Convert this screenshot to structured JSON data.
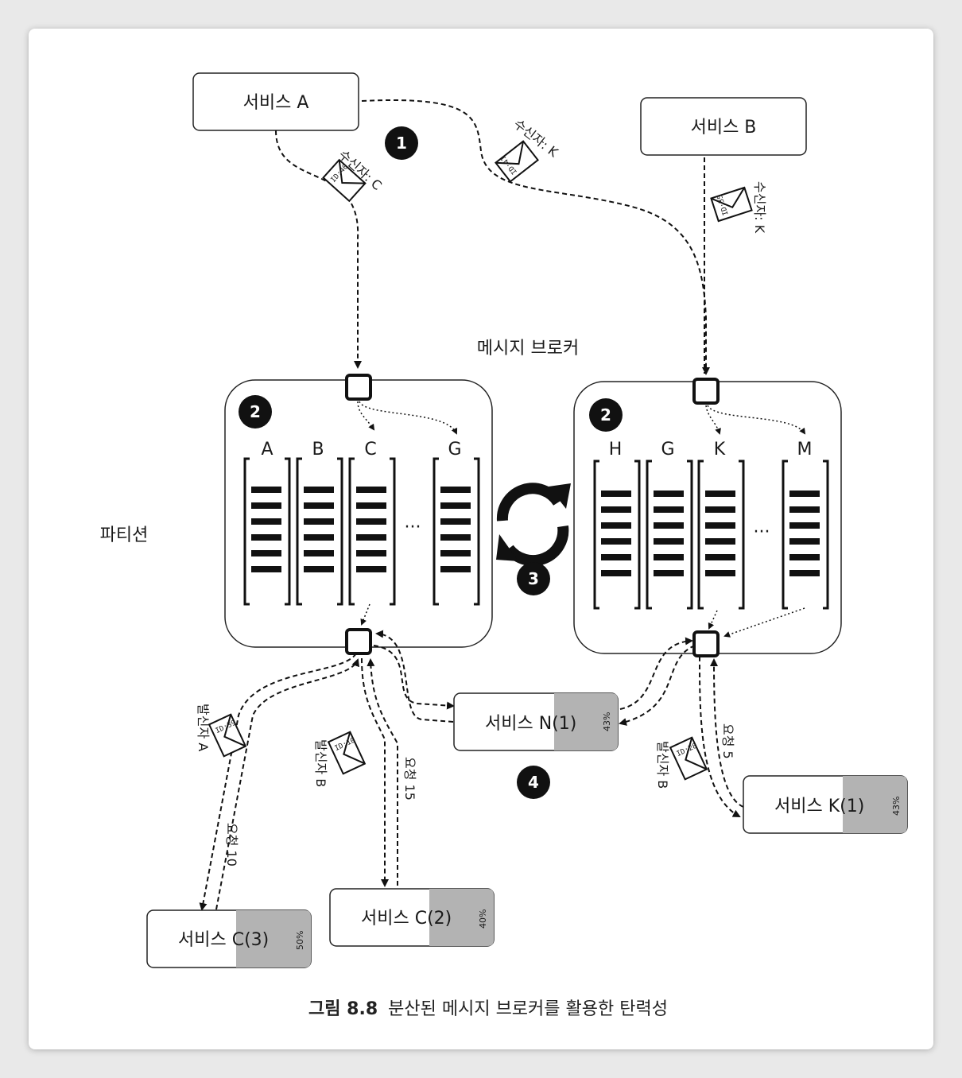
{
  "broker_title": "메시지 브로커",
  "partition_label": "파티션",
  "caption": {
    "prefix": "그림 8.8",
    "text": "분산된 메시지 브로커를 활용한 탄력성"
  },
  "services": {
    "a": "서비스 A",
    "b": "서비스 B",
    "n": {
      "name": "서비스 N(1)",
      "percent": "43%"
    },
    "k": {
      "name": "서비스 K(1)",
      "percent": "43%"
    },
    "c2": {
      "name": "서비스 C(2)",
      "percent": "40%"
    },
    "c3": {
      "name": "서비스 C(3)",
      "percent": "50%"
    }
  },
  "left_broker": {
    "badge": "2",
    "columns": [
      "A",
      "B",
      "C",
      "G"
    ],
    "ellipsis": "···"
  },
  "right_broker": {
    "badge": "2",
    "columns": [
      "H",
      "G",
      "K",
      "M"
    ],
    "ellipsis": "···"
  },
  "badges": {
    "one": "1",
    "three": "3",
    "four": "4"
  },
  "messages": {
    "m40": {
      "label": "수신자: C",
      "id": "ID:40"
    },
    "m41": {
      "label": "수신자: K",
      "id": "ID:41"
    },
    "m35": {
      "label": "수신자: K",
      "id": "ID:35"
    },
    "m39": {
      "label": "발신자 A",
      "id": "ID:39"
    },
    "m10": {
      "label": "발신자 B",
      "id": "ID:10"
    },
    "m28": {
      "label": "발신자 B",
      "id": "ID:28"
    }
  },
  "requests": {
    "r10": "요청 10",
    "r15": "요청 15",
    "r5": "요청 5"
  }
}
